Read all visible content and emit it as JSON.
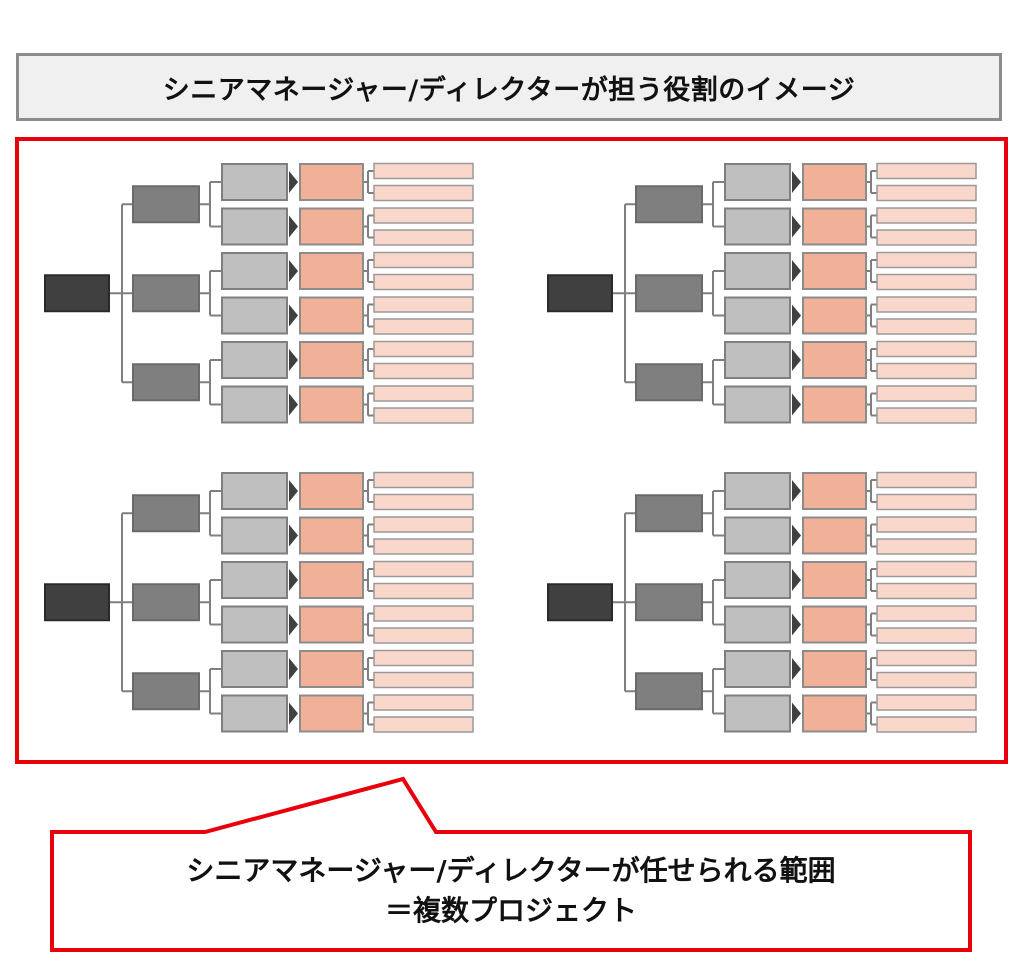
{
  "header": {
    "title": "シニアマネージャー/ディレクターが担う役割のイメージ"
  },
  "diagram": {
    "trees": [
      {
        "id": "top-left"
      },
      {
        "id": "top-right"
      },
      {
        "id": "bottom-left"
      },
      {
        "id": "bottom-right"
      }
    ],
    "structure": {
      "root_count": 1,
      "level1_count": 3,
      "level2_per_level1": 2,
      "level3_per_level2": 1,
      "level4_per_level3": 2
    },
    "colors": {
      "root": "#404040",
      "level1": "#7f7f7f",
      "level2": "#bfbfbf",
      "level3": "#f1b199",
      "level4": "#fad7cb",
      "connector": "#7f7f7f",
      "scope_border": "#e8000b"
    }
  },
  "callout": {
    "line1": "シニアマネージャー/ディレクターが任せられる範囲",
    "line2": "＝複数プロジェクト"
  }
}
